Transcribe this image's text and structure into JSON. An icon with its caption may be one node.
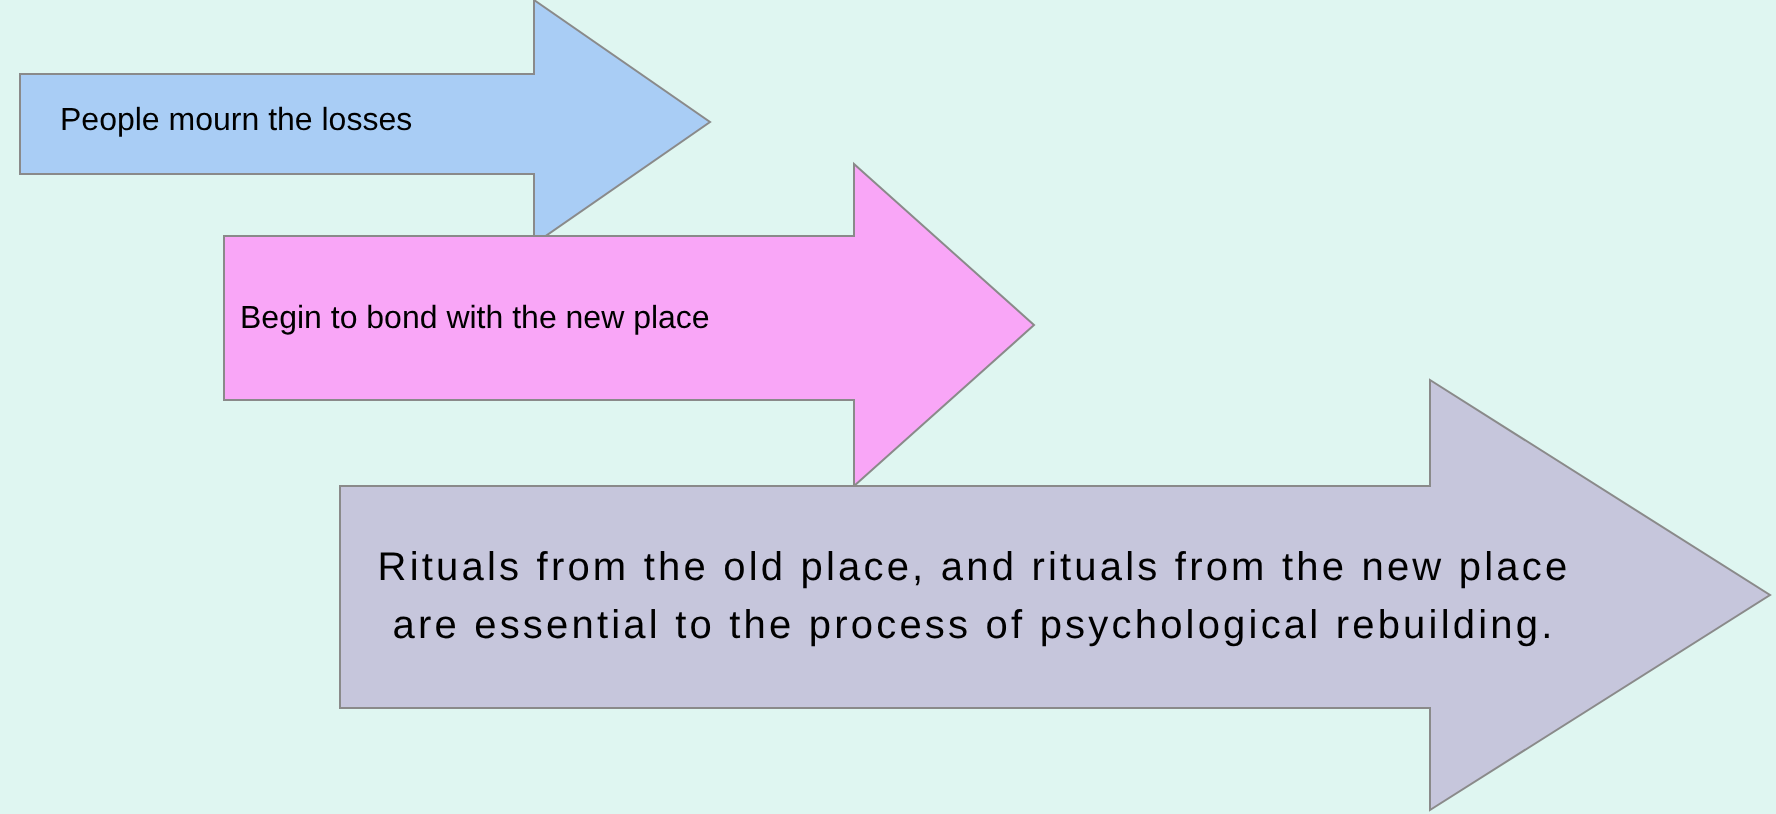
{
  "diagram": {
    "nodes": [
      {
        "text": [
          "People mourn the losses"
        ]
      },
      {
        "text": [
          "Begin to bond with the new place"
        ]
      },
      {
        "text": [
          "Rituals from the old place, and rituals from the new place are essential to the process of psychological rebuilding."
        ]
      }
    ]
  }
}
